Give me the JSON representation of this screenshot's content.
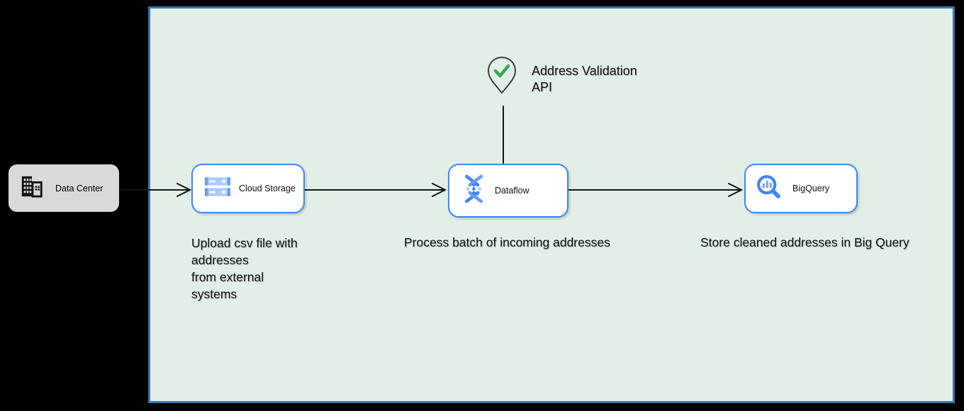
{
  "colors": {
    "canvas_bg": "#000000",
    "panel_bg": "#e2efe6",
    "panel_border": "#3a76ad",
    "node_border": "#4285f4",
    "node_bg": "#ffffff",
    "external_box_bg": "#d9d9d9",
    "connector": "#141414",
    "check_green": "#34a853",
    "pin_outline": "#3c4043",
    "icon_blue_dark": "#4285f4",
    "icon_blue_mid": "#669df6",
    "icon_blue_light": "#aecbfa",
    "text": "#111111"
  },
  "external": {
    "data_center_label": "Data Center"
  },
  "nodes": {
    "cloud_storage": {
      "label": "Cloud Storage",
      "caption": "Upload csv file with\naddresses\nfrom external\nsystems"
    },
    "dataflow": {
      "label": "Dataflow",
      "caption": "Process batch of incoming addresses"
    },
    "bigquery": {
      "label": "BigQuery",
      "caption": "Store cleaned addresses in Big Query"
    }
  },
  "annotation": {
    "label": "Address Validation\nAPI"
  }
}
